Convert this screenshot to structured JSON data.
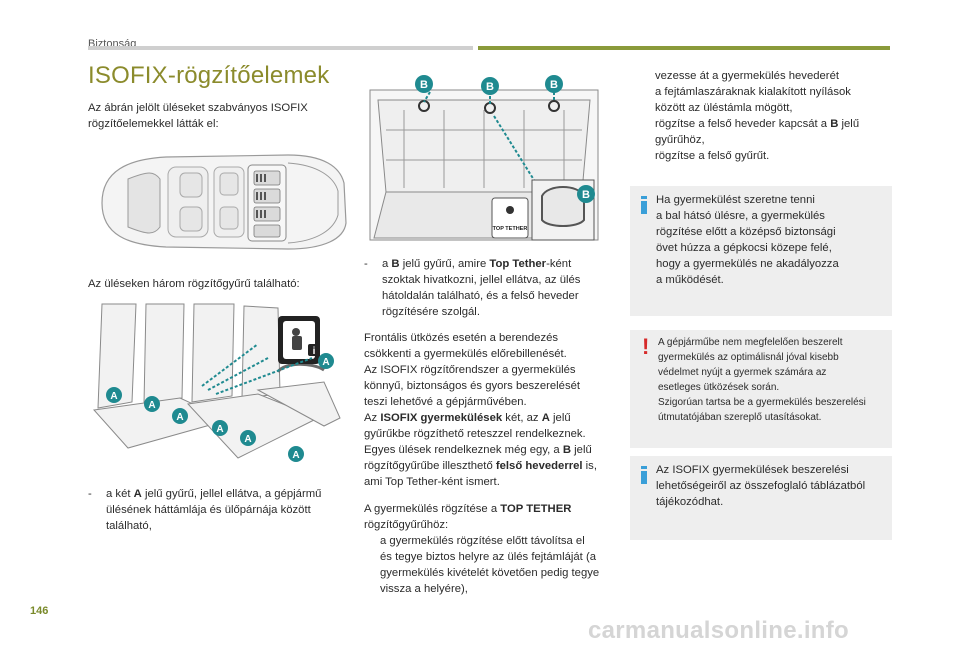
{
  "header": {
    "section": "Biztonság"
  },
  "title": "ISOFIX-rögzítőelemek",
  "left": {
    "intro": [
      "Az ábrán jelölt üléseket szabványos ISOFIX",
      "rögzítőelemekkel látták el:"
    ],
    "rings_intro": "Az üléseken három rögzítőgyűrű található:",
    "bullet_a": {
      "dash": "-",
      "pre": "a két ",
      "letter": "A",
      "post": " jelű gyűrű, jellel ellátva, a gépjármű",
      "l2": "ülésének háttámlája és ülőpárnája között",
      "l3": "található,"
    },
    "fig_letter": "A"
  },
  "middle": {
    "fig_letter": "B",
    "fig_tag": "TOP TETHER",
    "bullet_b": {
      "dash": "-",
      "pre": "a ",
      "letter": "B",
      "mid": " jelű gyűrű, amire ",
      "bold": "Top Tether",
      "post": "-ként",
      "l2": "szoktak hivatkozni, jellel ellátva, az ülés",
      "l3": "hátoldalán található, és a felső heveder",
      "l4": "rögzítésére szolgál."
    },
    "para": {
      "l1": "Frontális ütközés esetén a berendezés",
      "l2": "csökkenti a gyermekülés előrebillenését.",
      "l3": "Az ISOFIX rögzítőrendszer a gyermekülés",
      "l4": "könnyű, biztonságos és gyors beszerelését",
      "l5": "teszi lehetővé a gépjárművében.",
      "l6_pre": "Az ",
      "l6_bold": "ISOFIX gyermekülések",
      "l6_mid": " két, az ",
      "l6_letter": "A",
      "l6_post": " jelű",
      "l7": "gyűrűkbe rögzíthető reteszzel rendelkeznek.",
      "l8_pre": "Egyes ülések rendelkeznek még egy, a ",
      "l8_letter": "B",
      "l8_post": " jelű",
      "l9_pre": "rögzítőgyűrűbe illeszthető ",
      "l9_bold": "felső hevederrel",
      "l9_post": " is,",
      "l10": "ami Top Tether-ként ismert."
    },
    "tt": {
      "pre": "A gyermekülés rögzítése a ",
      "bold": "TOP TETHER",
      "l2": "rögzítőgyűrűhöz:",
      "mark": "",
      "s1": "a gyermekülés rögzítése előtt távolítsa el",
      "s1b": "és tegye biztos helyre az ülés fejtámláját (a",
      "s1c": "gyermekülés kivételét követően pedig tegye",
      "s1d": "vissza a helyére),"
    }
  },
  "right": {
    "steps": [
      {
        "mark": "",
        "l1": "vezesse át a gyermekülés hevederét",
        "l2": "a fejtámlaszáraknak kialakított nyílások",
        "l3": "között az üléstámla mögött,"
      },
      {
        "mark": "",
        "l1_pre": "rögzítse a felső heveder kapcsát a ",
        "l1_letter": "B",
        "l1_post": " jelű",
        "l2": "gyűrűhöz,"
      },
      {
        "mark": "",
        "l1": "rögzítse a felső gyűrűt."
      }
    ],
    "info1": [
      "Ha gyermekülést szeretne tenni",
      "a bal hátsó ülésre, a gyermekülés",
      "rögzítése előtt a középső biztonsági",
      "övet húzza a gépkocsi közepe felé,",
      "hogy a gyermekülés ne akadályozza",
      "a működését."
    ],
    "warn_mark": "!",
    "warning": [
      "A gépjárműbe nem megfelelően beszerelt",
      "gyermekülés az optimálisnál jóval kisebb",
      "védelmet nyújt a gyermek számára az",
      "esetleges ütközések során.",
      "Szigorúan tartsa be a gyermekülés beszerelési",
      "útmutatójában szereplő utasításokat."
    ],
    "info2": [
      "Az ISOFIX gyermekülések beszerelési",
      "lehetőségeiről az összefoglaló táblázatból",
      "tájékozódhat."
    ]
  },
  "footer": {
    "page": "146",
    "watermark": "carmanualsonline.info"
  },
  "colors": {
    "accent": "#8b8b2c",
    "green_bar": "#8a9a3a",
    "badge": "#1f8a90",
    "info": "#3a9fd8",
    "warn": "#d62a2a",
    "box": "#eeeeee"
  }
}
